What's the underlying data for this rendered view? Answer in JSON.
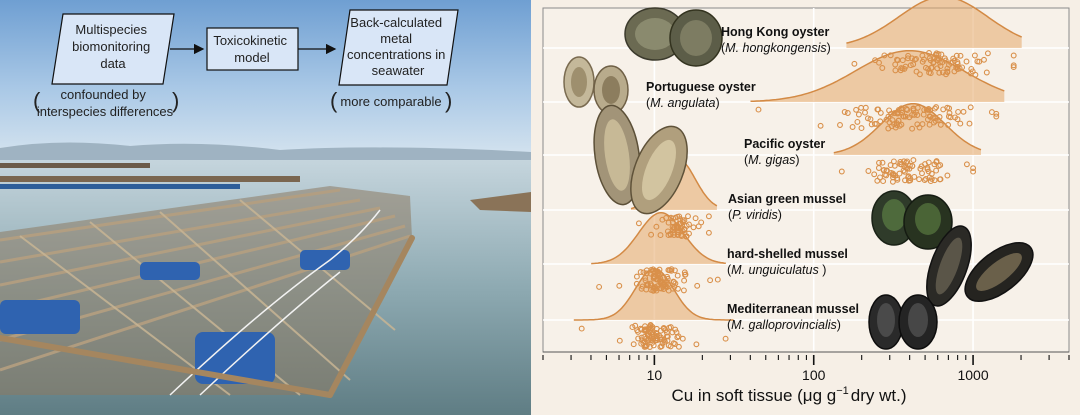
{
  "flowchart": {
    "box1_lines": [
      "Multispecies",
      "biomonitoring",
      "data"
    ],
    "box1_note_lines": [
      "confounded by",
      "interspecies differences"
    ],
    "box2_lines": [
      "Toxicokinetic",
      "model"
    ],
    "box3_lines": [
      "Back-calculated",
      "metal",
      "concentrations in",
      "seawater"
    ],
    "box3_note": "more comparable"
  },
  "chart_data": {
    "type": "ridgeline",
    "x_scale": "log",
    "xlim": [
      2,
      4000
    ],
    "x_ticks": [
      10,
      100,
      1000
    ],
    "x_tick_labels": [
      "10",
      "100",
      "1000"
    ],
    "xlabel_main": "Cu in soft tissue (",
    "xlabel_unit": "μg g",
    "xlabel_exp": "−1",
    "xlabel_end": "dry wt.)",
    "fill_color": "#e6a86a",
    "point_color": "#d9904a",
    "series": [
      {
        "label": "Hong Kong oyster",
        "scientific": "M. hongkongensis",
        "suffix": ")",
        "median": 650,
        "sd": 0.28,
        "min": 180,
        "max": 1800,
        "n": 90
      },
      {
        "label": "Portuguese oyster",
        "scientific": "M. angulata",
        "suffix": ")",
        "median": 400,
        "sd": 0.34,
        "min": 45,
        "max": 1400,
        "n": 100
      },
      {
        "label": "Pacific oyster",
        "scientific": "M. gigas",
        "suffix": ")",
        "median": 420,
        "sd": 0.2,
        "min": 150,
        "max": 1000,
        "n": 80
      },
      {
        "label": "Asian green mussel",
        "scientific": "P. viridis",
        "suffix": ")",
        "median": 14,
        "sd": 0.11,
        "min": 8,
        "max": 22,
        "n": 60
      },
      {
        "label": "hard-shelled mussel",
        "scientific": "M. unguiculatus",
        "suffix": " )",
        "median": 11,
        "sd": 0.14,
        "min": 4.5,
        "max": 25,
        "n": 90
      },
      {
        "label": "Mediterranean mussel",
        "scientific": "M. galloprovincialis",
        "suffix": ")",
        "median": 10,
        "sd": 0.12,
        "min": 3.5,
        "max": 28,
        "n": 90
      }
    ]
  }
}
